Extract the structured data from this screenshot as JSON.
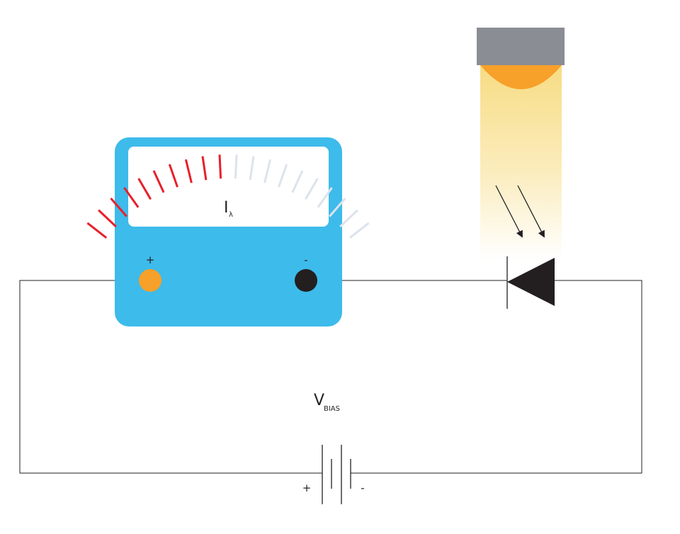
{
  "meter": {
    "symbol": "I",
    "symbol_subscript": "λ",
    "plus_label": "+",
    "minus_label": "-",
    "ticks_total": 20,
    "ticks_active": 10
  },
  "bias": {
    "symbol": "V",
    "symbol_subscript": "BIAS",
    "plus_label": "+",
    "minus_label": "-"
  },
  "colors": {
    "meter_body": "#3dbbeb",
    "meter_face": "#ffffff",
    "tick_active": "#e8202a",
    "tick_inactive": "#dde3ec",
    "terminal_positive": "#f7a02a",
    "terminal_negative": "#231f20",
    "lamp_housing": "#8a8d93",
    "lamp_bulb": "#f7a02a",
    "light_beam": "#f6d66e",
    "wire": "#231f20"
  }
}
